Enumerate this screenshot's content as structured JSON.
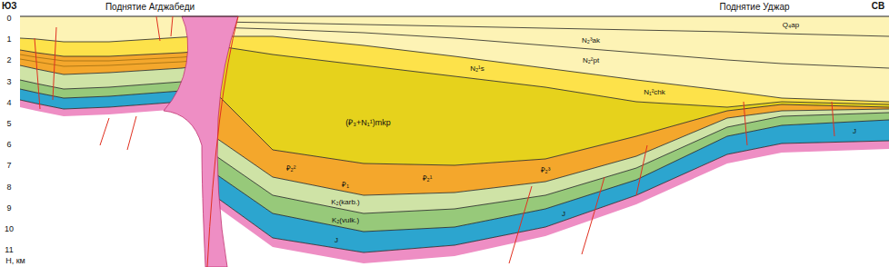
{
  "diagram": {
    "labels": [
      "ЮЗ",
      "Поднятие Агджабеди",
      "Поднятие Уджар",
      "СВ",
      "0",
      "1",
      "2",
      "3",
      "4",
      "5",
      "6",
      "7",
      "8",
      "9",
      "10",
      "11",
      "H, км",
      "Q₄ap",
      "N₂³ak",
      "N₂²pt",
      "N₂¹s",
      "N₁²chk",
      "(₽₃+N₁¹)mkp",
      "₽₂³",
      "₽₂²",
      "₽₂¹",
      "₽₁",
      "K₂(karb.)",
      "K₂(vulk.)",
      "J",
      "J",
      "J"
    ]
  }
}
